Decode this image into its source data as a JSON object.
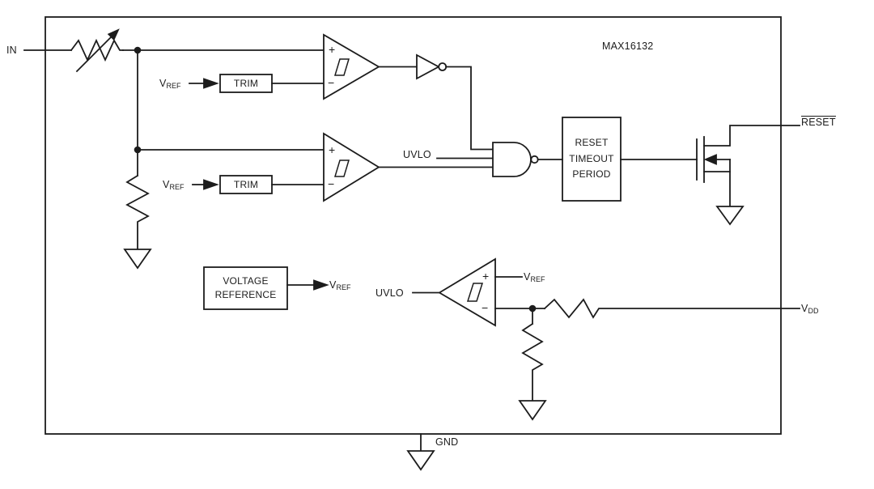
{
  "device": {
    "part_number": "MAX16132"
  },
  "pins": {
    "in": "IN",
    "reset": "RESET",
    "gnd": "GND",
    "vdd": {
      "base": "V",
      "sub": "DD"
    }
  },
  "signals": {
    "uvlo": "UVLO",
    "vref": {
      "base": "V",
      "sub": "REF"
    }
  },
  "blocks": {
    "trim": {
      "label": "TRIM"
    },
    "voltage_reference": {
      "line1": "VOLTAGE",
      "line2": "REFERENCE"
    },
    "reset_timeout": {
      "line1": "RESET",
      "line2": "TIMEOUT",
      "line3": "PERIOD"
    }
  },
  "comparators": {
    "plus": "+",
    "minus": "−"
  },
  "colors": {
    "stroke": "#1c1c1c",
    "background": "#ffffff"
  }
}
